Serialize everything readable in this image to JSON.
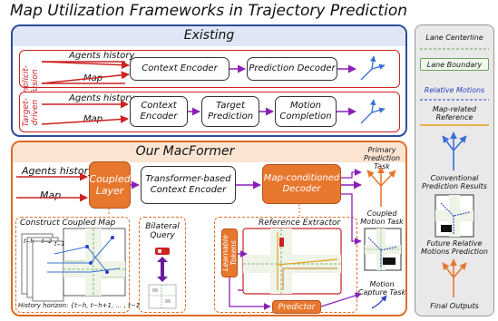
{
  "title": "Map Utilization Frameworks in Trajectory Prediction",
  "existing": {
    "title": "Existing",
    "row1": {
      "side_label_lines": [
        "Implicit-",
        "fusion"
      ],
      "input_agents": "Agents history",
      "input_map": "Map",
      "block1": "Context   Encoder",
      "block2": "Prediction Decoder"
    },
    "row2": {
      "side_label_lines": [
        "Target-",
        "driven"
      ],
      "input_agents": "Agents history",
      "input_map": "Map",
      "block1_lines": [
        "Context",
        "Encoder"
      ],
      "block2_lines": [
        "Target",
        "Prediction"
      ],
      "block3_lines": [
        "Motion",
        "Completion"
      ]
    }
  },
  "macformer": {
    "title": "Our MacFormer",
    "input_agents": "Agents history",
    "input_map": "Map",
    "coupled_layer_lines": [
      "Coupled",
      "Layer"
    ],
    "transformer_lines": [
      "Transformer-based",
      "Context Encoder"
    ],
    "decoder_lines": [
      "Map-conditioned",
      "Decoder"
    ],
    "construct_title": "Construct Coupled Map",
    "history_label": "History horizon: {t−h, t−h+1, … , t−1}",
    "frame_labels": [
      "t−h",
      "t−2",
      "t−1"
    ],
    "bilateral_lines": [
      "Bilateral",
      "Query"
    ],
    "reference_title": "Reference Extractor",
    "learnable_lines": [
      "Learnable",
      "Tokens"
    ],
    "predictor": "Predictor",
    "tasks": {
      "primary_lines": [
        "Primary",
        "Prediction Task"
      ],
      "coupled_lines": [
        "Coupled",
        "Motion Task"
      ],
      "capture_lines": [
        "Motion",
        "Capture Task"
      ]
    }
  },
  "legend": {
    "lane_centerline": "Lane Centerline",
    "lane_boundary": "Lane Boundary",
    "relative_motions": "Relative Motions",
    "reference_lines": [
      "Map-related",
      "Reference"
    ],
    "conventional_lines": [
      "Conventional",
      "Prediction Results"
    ],
    "future_lines": [
      "Future Relative",
      "Motions Prediction"
    ],
    "final_outputs": "Final Outputs"
  },
  "colors": {
    "existing_border": "#2b4b9a",
    "mac_border": "#e06a22",
    "orange_fill": "#e8772e",
    "red": "#c22222",
    "purple_arrow": "#8a1fb8",
    "blue_traj": "#3a6fd6"
  }
}
